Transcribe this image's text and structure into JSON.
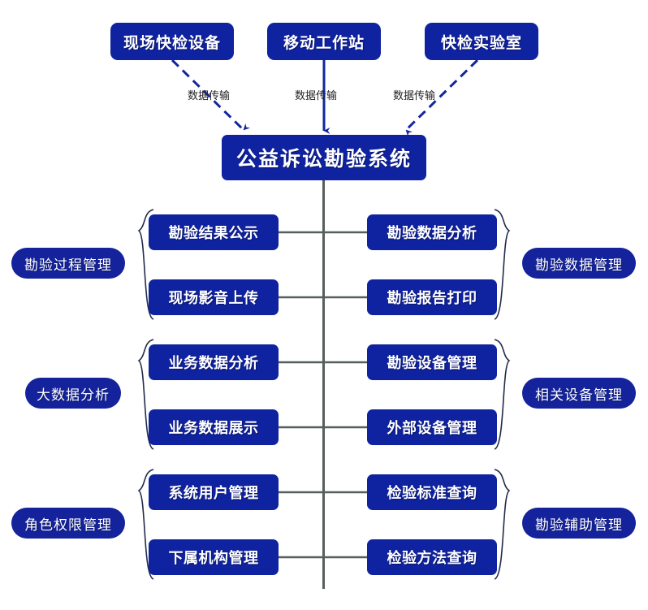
{
  "diagram": {
    "title": "公益诉讼勘验系统",
    "center": {
      "label": "公益诉讼勘验系统"
    },
    "sources": [
      {
        "label": "现场快检设备",
        "edge_label": "数据传输",
        "line": "dashed"
      },
      {
        "label": "移动工作站",
        "edge_label": "数据传输",
        "line": "solid"
      },
      {
        "label": "快检实验室",
        "edge_label": "数据传输",
        "line": "dashed"
      }
    ],
    "groups": [
      {
        "side": "left",
        "category": "勘验过程管理",
        "items": [
          {
            "label": "勘验结果公示"
          },
          {
            "label": "现场影音上传"
          }
        ]
      },
      {
        "side": "right",
        "category": "勘验数据管理",
        "items": [
          {
            "label": "勘验数据分析"
          },
          {
            "label": "勘验报告打印"
          }
        ]
      },
      {
        "side": "left",
        "category": "大数据分析",
        "items": [
          {
            "label": "业务数据分析"
          },
          {
            "label": "业务数据展示"
          }
        ]
      },
      {
        "side": "right",
        "category": "相关设备管理",
        "items": [
          {
            "label": "勘验设备管理"
          },
          {
            "label": "外部设备管理"
          }
        ]
      },
      {
        "side": "left",
        "category": "角色权限管理",
        "items": [
          {
            "label": "系统用户管理"
          },
          {
            "label": "下属机构管理"
          }
        ]
      },
      {
        "side": "right",
        "category": "勘验辅助管理",
        "items": [
          {
            "label": "检验标准查询"
          },
          {
            "label": "检验方法查询"
          }
        ]
      }
    ],
    "colors": {
      "node_fill": "#0f22a0",
      "pill_fill": "#14239c",
      "node_text": "#ffffff",
      "connector": "#555f5e",
      "arrow": "#13259e",
      "brace": "#232a4a",
      "background": "#ffffff"
    }
  }
}
